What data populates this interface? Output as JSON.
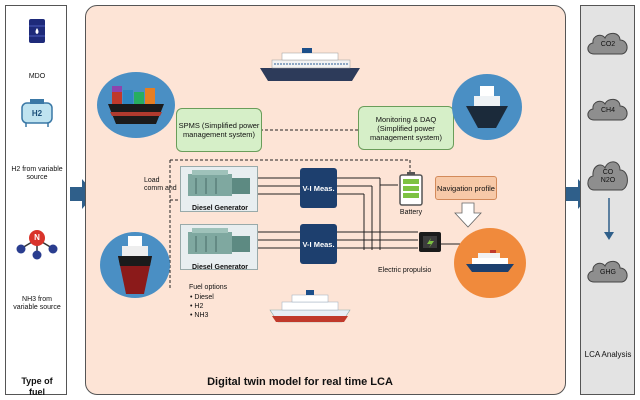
{
  "fuel_panel": {
    "items": [
      {
        "label": "MDO"
      },
      {
        "label": "H2 from variable source",
        "icon_text": "H2"
      },
      {
        "label": "NH3 from variable source",
        "icon_text": "N"
      }
    ],
    "footer": "Type of fuel"
  },
  "main": {
    "title": "Digital twin model for real time LCA",
    "spms": "SPMS (Simplified power management system)",
    "monitoring": "Monitoring & DAQ (Simplified power management system)",
    "load_command": "Load comm and",
    "generators": [
      {
        "label": "Diesel Generator"
      },
      {
        "label": "Diesel Generator"
      }
    ],
    "vi_meas": [
      "V-I Meas.",
      "V-I Meas."
    ],
    "battery": "Battery",
    "navigation_profile": "Navigation profile",
    "electric_propulsion": "Electric propulsio",
    "fuel_options_title": "Fuel options",
    "fuel_options": [
      "Diesel",
      "H2",
      "NH3"
    ]
  },
  "lca_panel": {
    "emissions": [
      "CO2",
      "CH4",
      "CO N2O",
      "GHG"
    ],
    "footer": "LCA Analysis"
  },
  "colors": {
    "main_bg": "#fde4d6",
    "side_bg": "#e3e3e3",
    "green_box": "#d6efc8",
    "vi_box": "#1d3f6e",
    "arrow": "#2f5f8a",
    "nav_box": "#f7c9a8",
    "propulsion_circle": "#f08a3c",
    "ship_circle": "#4a8fc4"
  }
}
